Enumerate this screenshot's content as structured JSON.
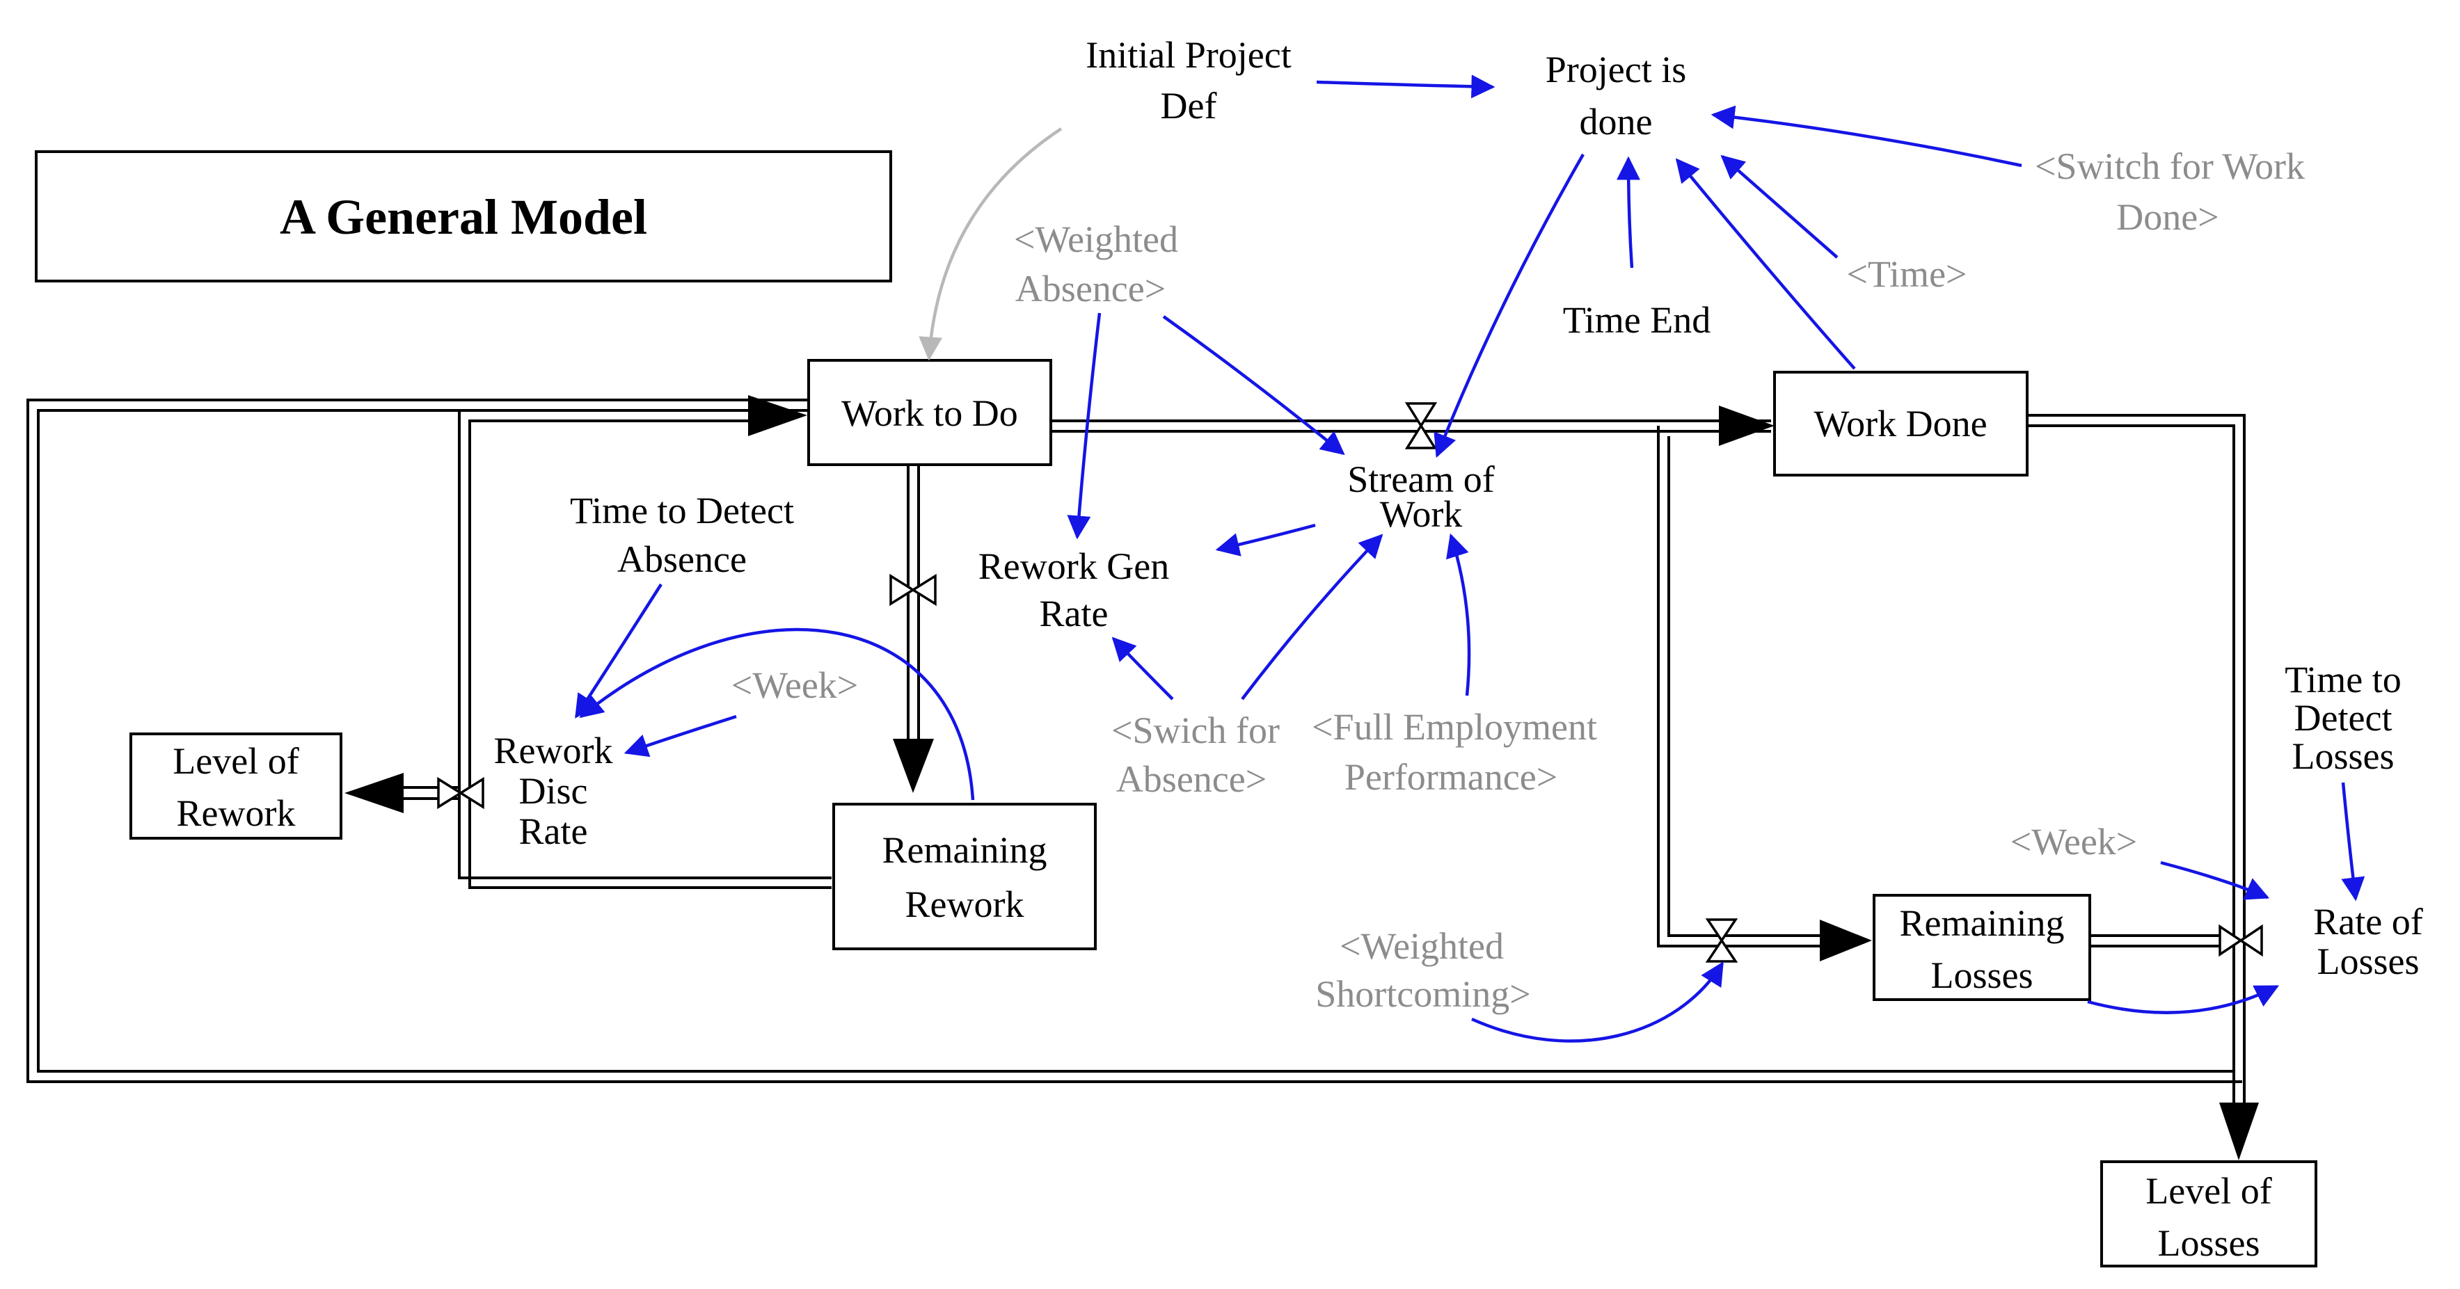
{
  "title": "A General Model",
  "colors": {
    "link": "#1515e6",
    "shadow_text": "#8c8c8c",
    "stroke": "#000000"
  },
  "stocks": {
    "work_to_do": "Work to Do",
    "work_done": "Work Done",
    "level_of_rework": [
      "Level of",
      "Rework"
    ],
    "remaining_rework": [
      "Remaining",
      "Rework"
    ],
    "remaining_losses": [
      "Remaining",
      "Losses"
    ],
    "level_of_losses": [
      "Level of",
      "Losses"
    ]
  },
  "variables": {
    "initial_project_def": [
      "Initial Project",
      "Def"
    ],
    "project_is_done": [
      "Project is",
      "done"
    ],
    "time_end": "Time End",
    "stream_of_work": [
      "Stream of",
      "Work"
    ],
    "rework_gen_rate": [
      "Rework Gen",
      "Rate"
    ],
    "time_to_detect_absence": [
      "Time to Detect",
      "Absence"
    ],
    "rework_disc_rate": [
      "Rework",
      "Disc",
      "Rate"
    ],
    "time_to_detect_losses": [
      "Time to",
      "Detect",
      "Losses"
    ],
    "rate_of_losses": [
      "Rate of",
      "Losses"
    ]
  },
  "shadow_variables": {
    "switch_for_work_done": [
      "<Switch for Work",
      "Done>"
    ],
    "time": "<Time>",
    "weighted_absence": [
      "<Weighted",
      "Absence>"
    ],
    "week_1": "<Week>",
    "swich_for_absence": [
      "<Swich for",
      "Absence>"
    ],
    "full_employment_performance": [
      "<Full Employment",
      "Performance>"
    ],
    "week_2": "<Week>",
    "weighted_shortcoming": [
      "<Weighted",
      "Shortcoming>"
    ]
  }
}
